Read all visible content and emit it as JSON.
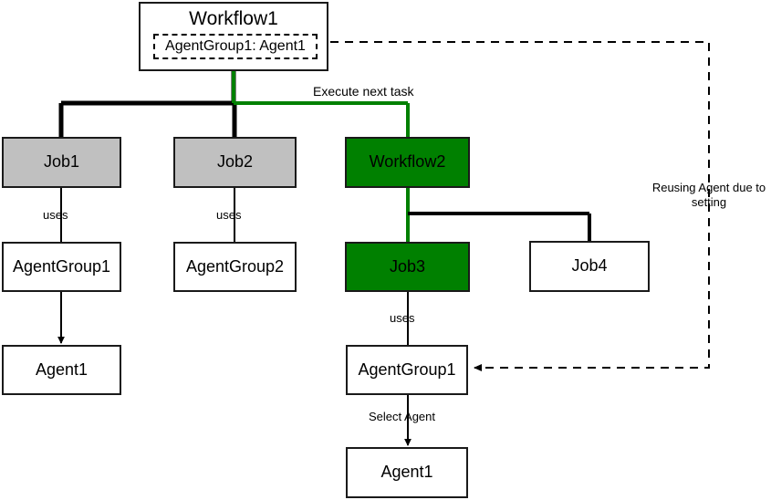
{
  "diagram": {
    "title": "Workflow agent reuse diagram",
    "colors": {
      "green": "#008000",
      "gray": "#c0c0c0",
      "line": "#1a1a1a",
      "background": "#ffffff"
    },
    "nodes": {
      "workflow1": {
        "label": "Workflow1",
        "inner_label": "AgentGroup1: Agent1"
      },
      "job1": {
        "label": "Job1"
      },
      "job2": {
        "label": "Job2"
      },
      "workflow2": {
        "label": "Workflow2"
      },
      "agentgroup1_left": {
        "label": "AgentGroup1"
      },
      "agentgroup2": {
        "label": "AgentGroup2"
      },
      "agent1_left": {
        "label": "Agent1"
      },
      "job3": {
        "label": "Job3"
      },
      "job4": {
        "label": "Job4"
      },
      "agentgroup1_center": {
        "label": "AgentGroup1"
      },
      "agent1_center": {
        "label": "Agent1"
      }
    },
    "edge_labels": {
      "execute_next_task": "Execute next task",
      "uses_job1": "uses",
      "uses_job2": "uses",
      "uses_job3": "uses",
      "select_agent": "Select Agent"
    },
    "notes": {
      "reusing_agent": "Reusing Agent due to setting"
    }
  }
}
